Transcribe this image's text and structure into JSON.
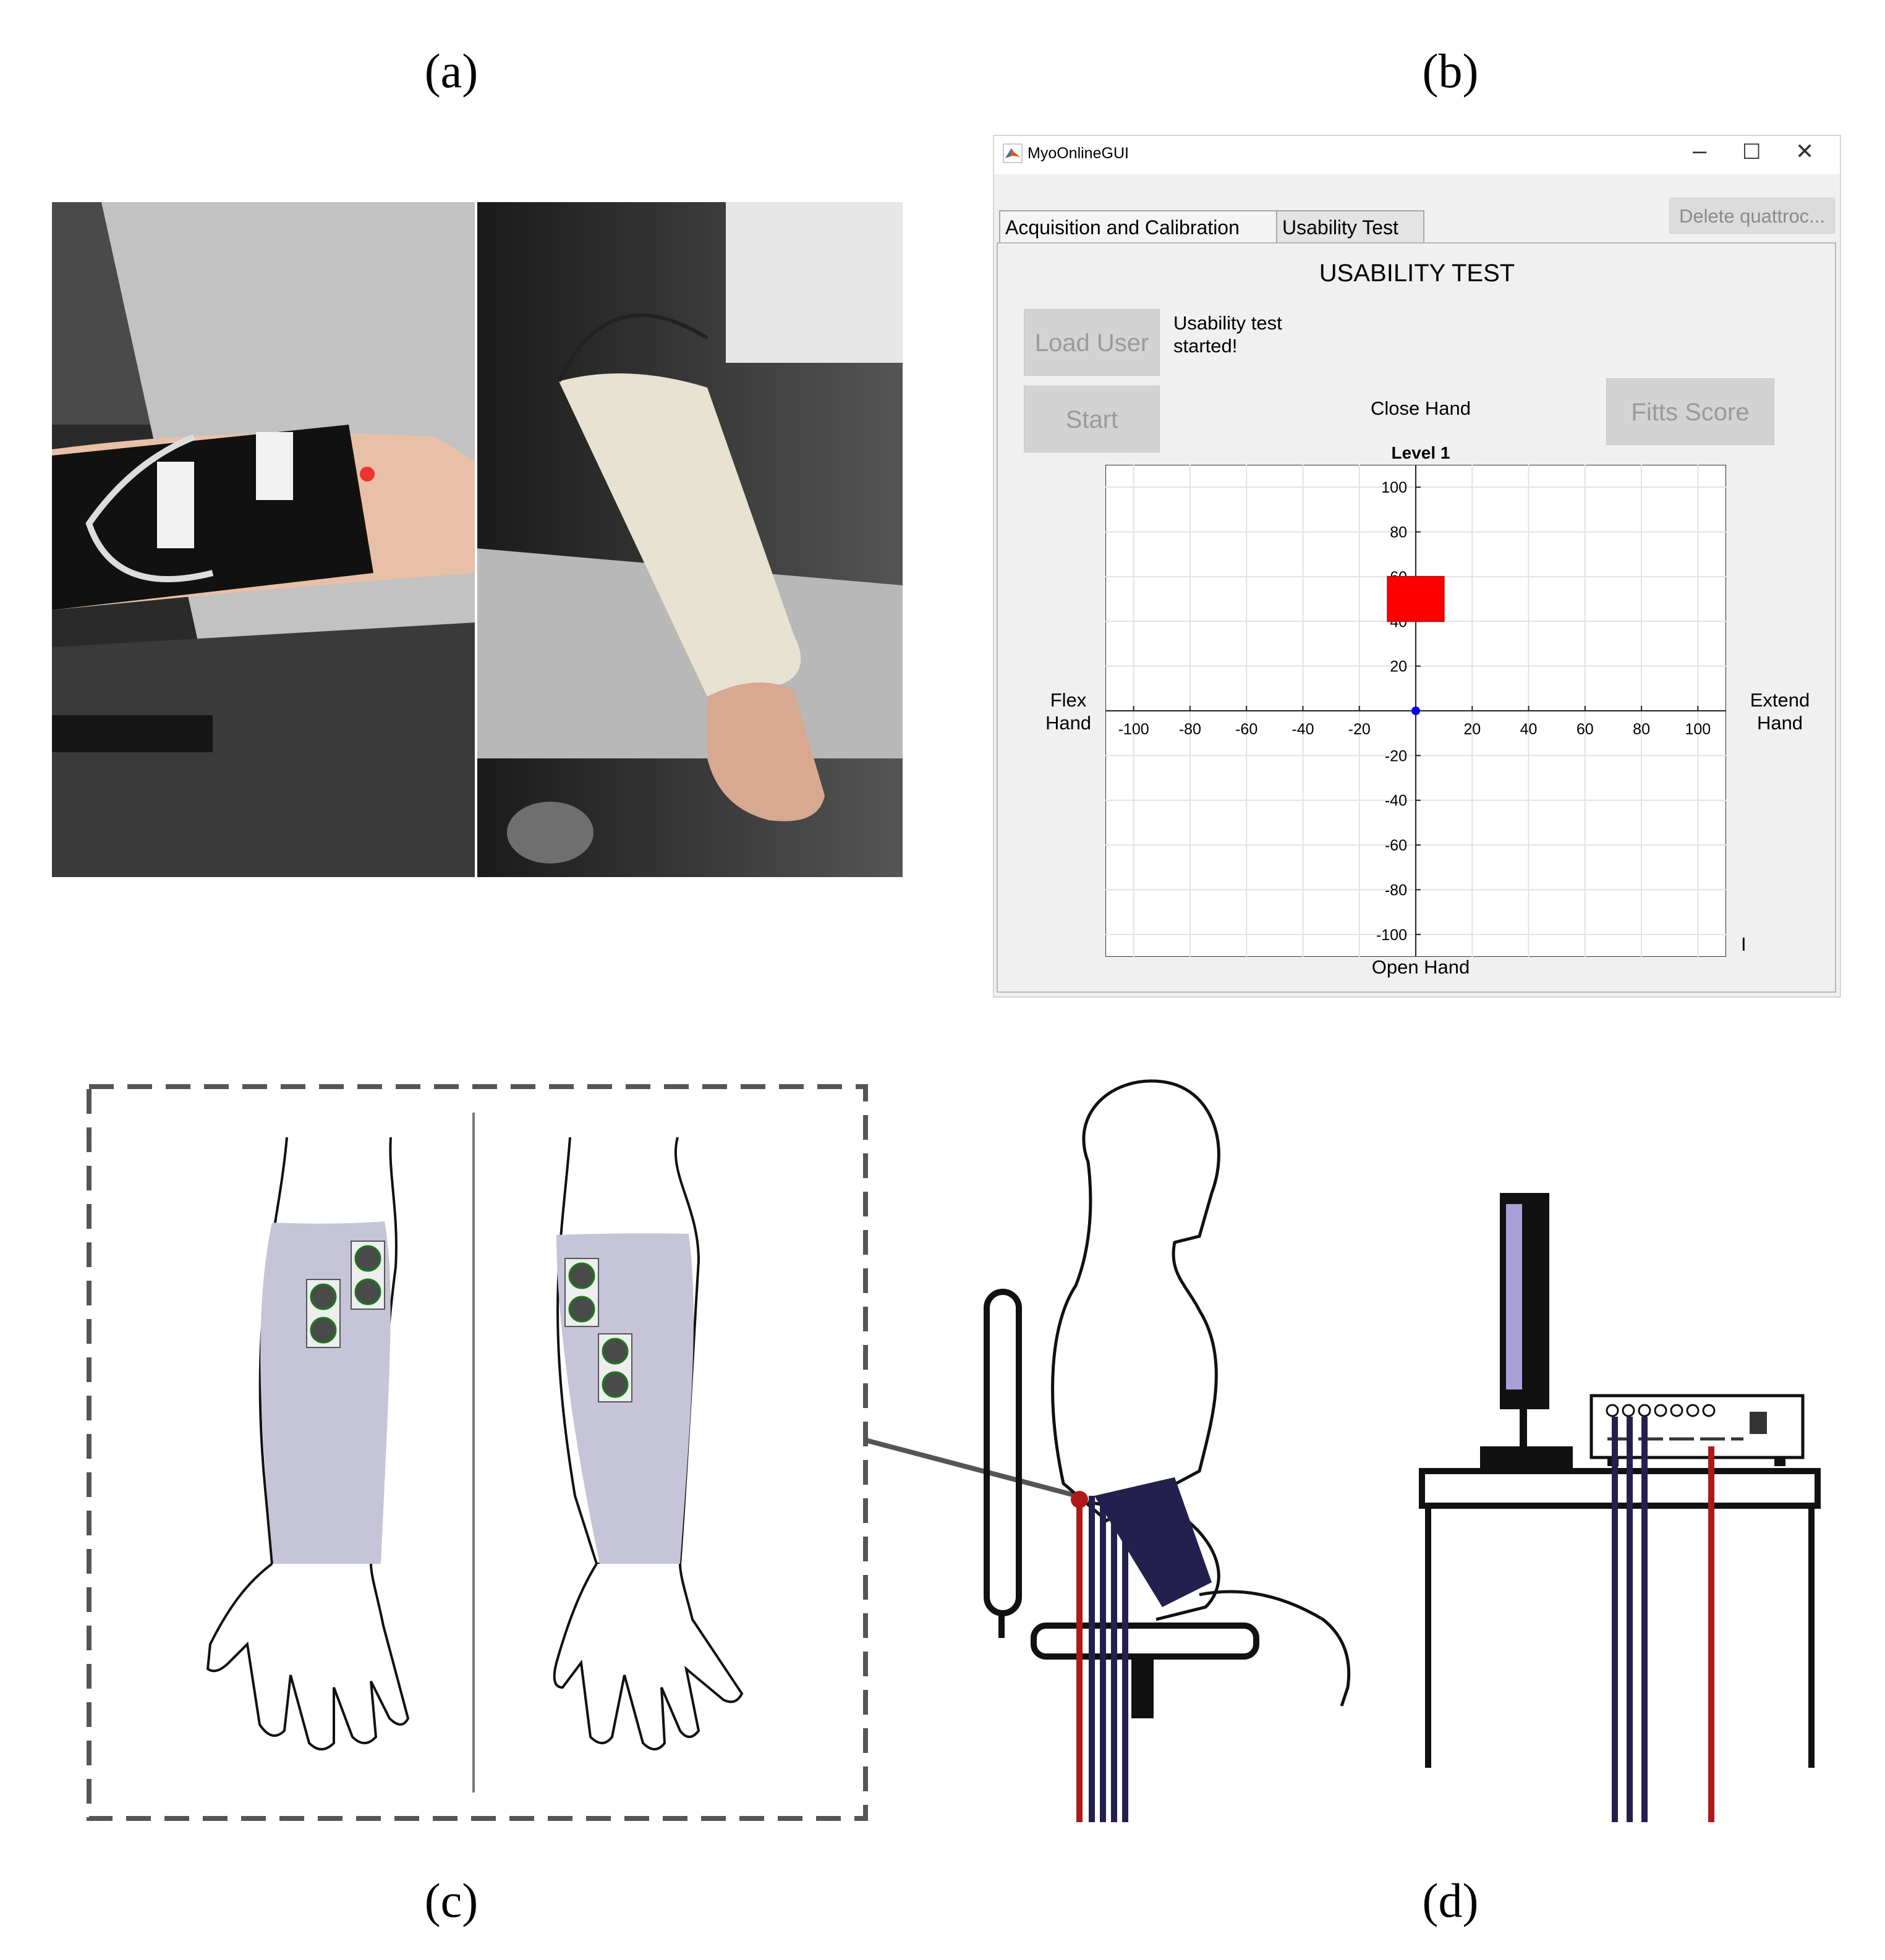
{
  "panels": {
    "a": "(a)",
    "b": "(b)",
    "c": "(c)",
    "d": "(d)"
  },
  "window": {
    "title": "MyoOnlineGUI",
    "tabs": [
      "Acquisition and Calibration",
      "Usability Test"
    ],
    "delete_button": "Delete quattroc...",
    "heading": "USABILITY TEST",
    "load_user_button": "Load User",
    "start_button": "Start",
    "fitts_button": "Fitts Score",
    "status_line1": "Usability test",
    "status_line2": "started!",
    "close_hand": "Close Hand",
    "level": "Level 1",
    "flex_line1": "Flex",
    "flex_line2": "Hand",
    "extend_line1": "Extend",
    "extend_line2": "Hand",
    "open_hand": "Open Hand",
    "cursor_glyph": "I"
  },
  "chart_data": {
    "type": "scatter",
    "xlim": [
      -110,
      110
    ],
    "ylim": [
      -110,
      110
    ],
    "x_ticks": [
      -100,
      -80,
      -60,
      -40,
      -20,
      20,
      40,
      60,
      80,
      100
    ],
    "y_ticks": [
      100,
      80,
      60,
      40,
      20,
      -20,
      -40,
      -60,
      -80,
      -100
    ],
    "grid": true,
    "points": [
      {
        "x": 0,
        "y": 0,
        "color": "#0000ee"
      }
    ],
    "target": {
      "x": [
        -10,
        10
      ],
      "y": [
        40,
        60
      ],
      "color": "#ff0000"
    }
  }
}
